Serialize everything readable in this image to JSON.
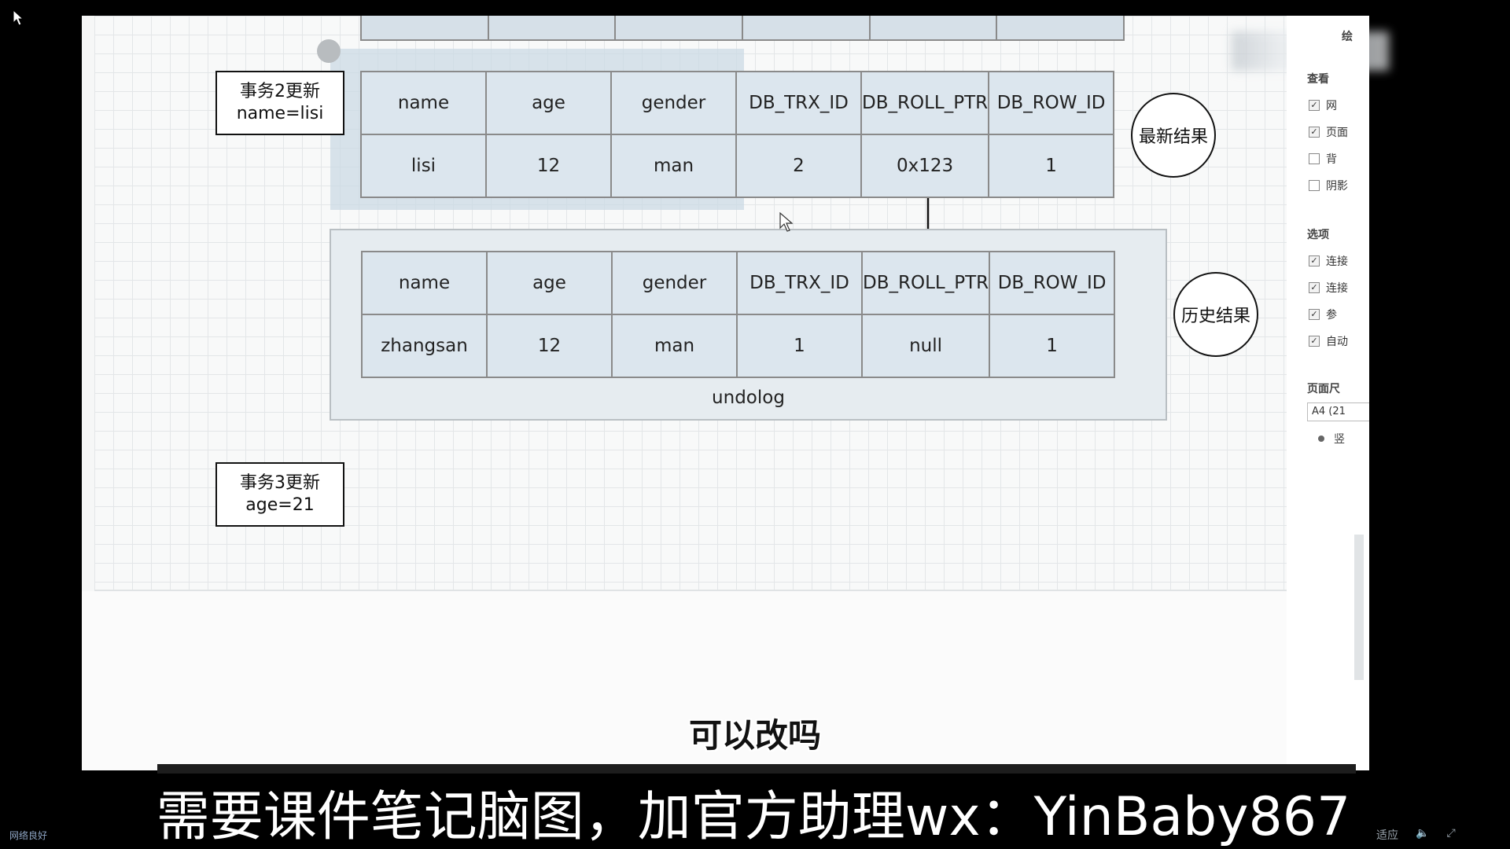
{
  "canvas": {
    "notes": [
      {
        "title": "事务2更新",
        "detail": "name=lisi"
      },
      {
        "title": "事务3更新",
        "detail": "age=21"
      }
    ],
    "latest_table": {
      "headers": [
        "name",
        "age",
        "gender",
        "DB_TRX_ID",
        "DB_ROLL_PTR",
        "DB_ROW_ID"
      ],
      "row": [
        "lisi",
        "12",
        "man",
        "2",
        "0x123",
        "1"
      ]
    },
    "history_table": {
      "headers": [
        "name",
        "age",
        "gender",
        "DB_TRX_ID",
        "DB_ROLL_PTR",
        "DB_ROW_ID"
      ],
      "row": [
        "zhangsan",
        "12",
        "man",
        "1",
        "null",
        "1"
      ]
    },
    "undolog_label": "undolog",
    "badges": {
      "latest": "最新结果",
      "history": "历史结果"
    }
  },
  "side_panel": {
    "header_fragment": "绘",
    "view_heading": "查看",
    "view_items": [
      {
        "label": "网",
        "checked": true
      },
      {
        "label": "页面",
        "checked": true
      },
      {
        "label": "背",
        "checked": false
      },
      {
        "label": "阴影",
        "checked": false
      }
    ],
    "options_heading": "选项",
    "option_items": [
      {
        "label": "连接",
        "checked": true
      },
      {
        "label": "连接",
        "checked": true
      },
      {
        "label": "参",
        "checked": true
      },
      {
        "label": "自动",
        "checked": true
      }
    ],
    "page_size_heading": "页面尺",
    "page_size_value": "A4 (21",
    "radio_label": "竖"
  },
  "overlay": {
    "subtitle": "可以改吗",
    "caption": "需要课件笔记脑图，加官方助理wx：YinBaby867"
  },
  "status": {
    "left_text": "网络良好",
    "right_text": "适应"
  },
  "icons": [
    "mouse-cursor-icon",
    "arrow-down-icon",
    "speaker-icon",
    "fullscreen-icon"
  ]
}
